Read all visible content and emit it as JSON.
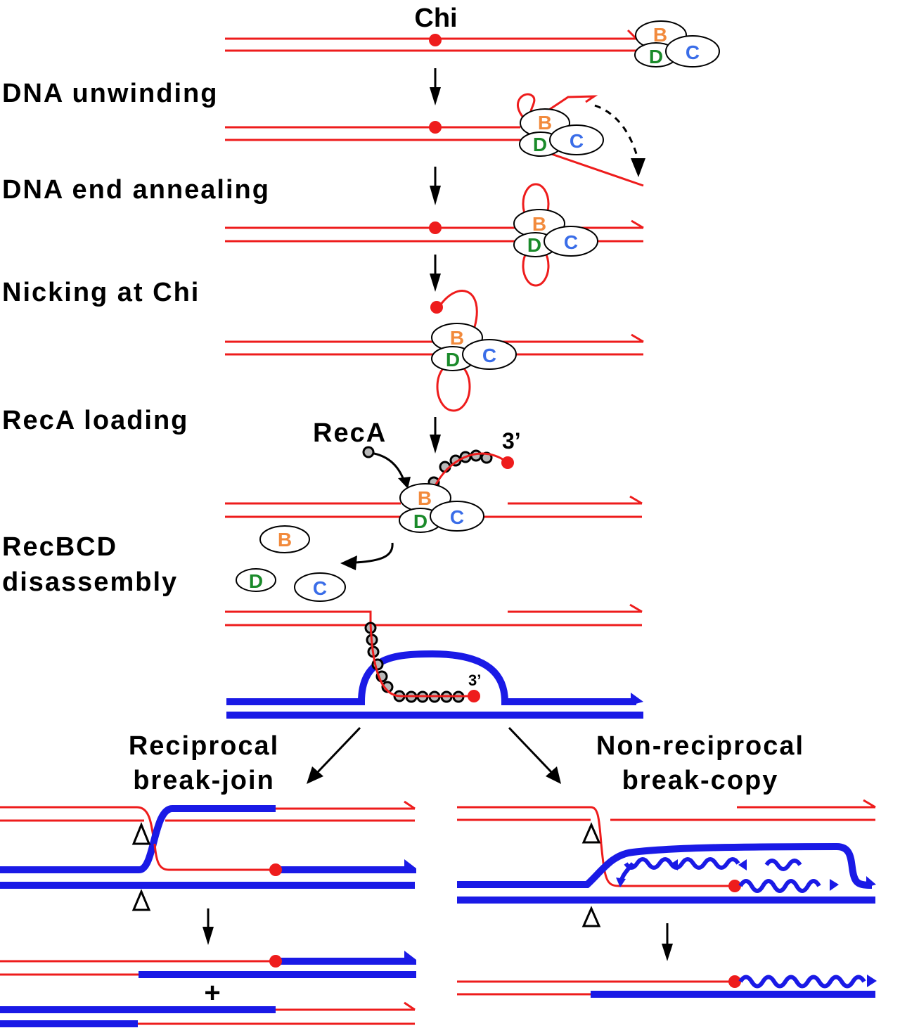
{
  "title_label": "Chi",
  "steps": [
    {
      "label": "DNA unwinding"
    },
    {
      "label": "DNA end annealing"
    },
    {
      "label": "Nicking at Chi"
    },
    {
      "label": "RecA loading"
    },
    {
      "label_line1": "RecBCD",
      "label_line2": "disassembly"
    }
  ],
  "annotations": {
    "reca": "RecA",
    "three_prime_1": "3’",
    "three_prime_2": "3’",
    "plus": "+"
  },
  "pathways": {
    "left": {
      "line1": "Reciprocal",
      "line2": "break-join"
    },
    "right": {
      "line1": "Non-reciprocal",
      "line2": "break-copy"
    }
  },
  "subunits": {
    "B": "B",
    "C": "C",
    "D": "D"
  },
  "colors": {
    "dna_red": "#ee1c1c",
    "dna_blue": "#1a1ae6",
    "subunit_b": "#f28a3c",
    "subunit_c": "#3a6de8",
    "subunit_d": "#1a8a2a",
    "reca": "#b8b8b8",
    "chi": "#ee1c1c"
  }
}
